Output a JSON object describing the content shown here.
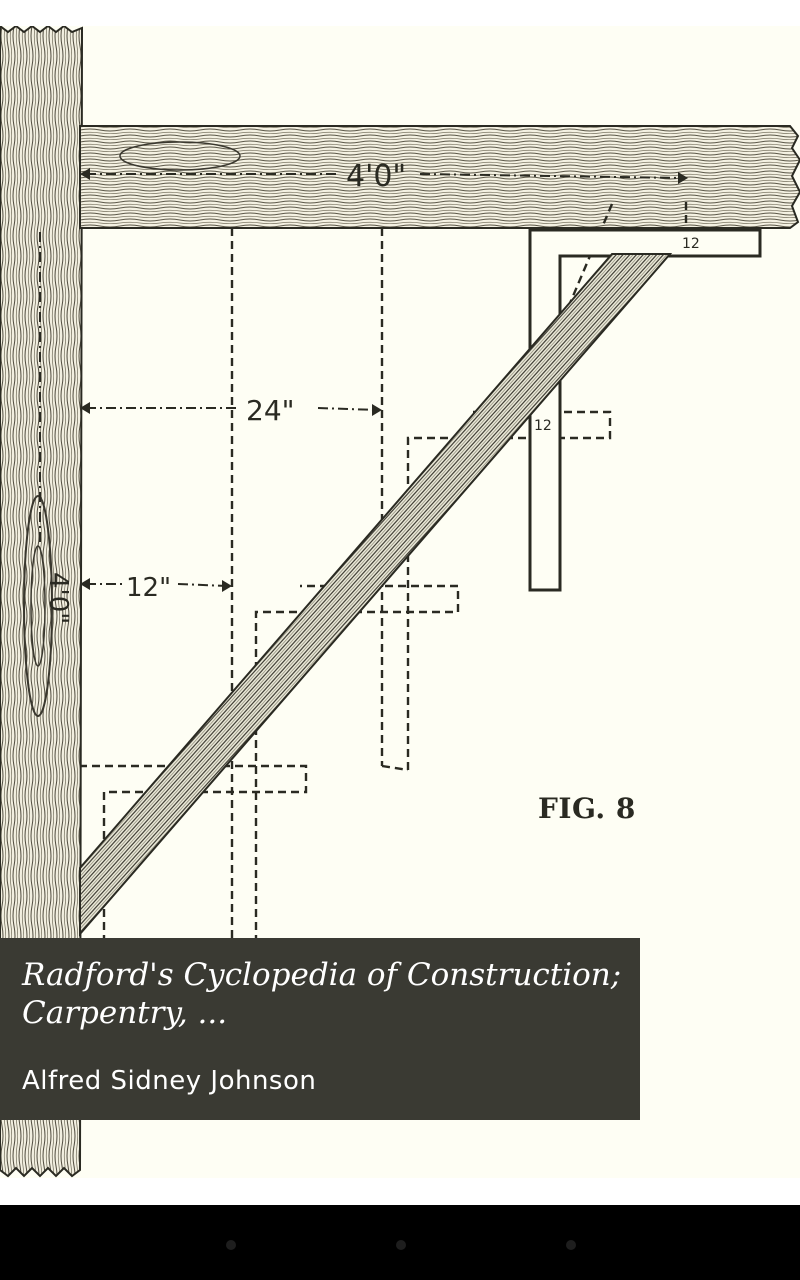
{
  "illustration": {
    "fig_label": "FIG. 8",
    "dim_top": "4'0\"",
    "dim_side": "4'0\"",
    "dim_24": "24\"",
    "dim_12": "12\"",
    "tag_12_a": "12",
    "tag_12_b": "12"
  },
  "book": {
    "title": "Radford's Cyclopedia of Construction; Carpentry, ...",
    "author": "Alfred Sidney Johnson"
  },
  "navigation": {
    "buttons": [
      "back",
      "home",
      "recent-apps"
    ]
  },
  "colors": {
    "paper": "#fefef4",
    "ink": "#2a2a22",
    "panel": "#3a3a33",
    "nav_bar": "#000000"
  }
}
